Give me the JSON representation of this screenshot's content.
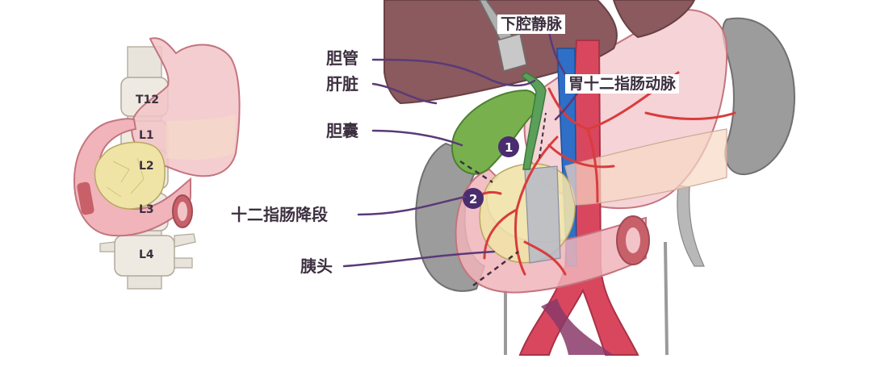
{
  "labels": {
    "bile_duct": "胆管",
    "liver": "肝脏",
    "gallbladder": "胆囊",
    "duodenum_descending": "十二指肠降段",
    "pancreas_head": "胰头",
    "ivc": "下腔静脉",
    "gda": "胃十二指肠动脉"
  },
  "vertebrae": [
    "T12",
    "L1",
    "L2",
    "L3",
    "L4"
  ],
  "markers": [
    "1",
    "2"
  ],
  "colors": {
    "label_text": "#3d3040",
    "leader_line": "#5a3a78",
    "marker_fill": "#4a2d6e",
    "liver": "#8a5a5e",
    "gallbladder": "#78b04e",
    "stomach": "#f2c4c8",
    "pancreas": "#f0e2a8",
    "artery": "#d93c3c",
    "vein": "#2f6fc7",
    "kidney": "#9a9a9a"
  }
}
